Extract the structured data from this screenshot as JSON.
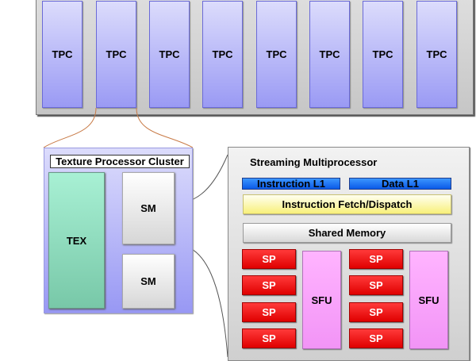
{
  "gpu": {
    "tpcs": [
      {
        "label": "TPC"
      },
      {
        "label": "TPC"
      },
      {
        "label": "TPC"
      },
      {
        "label": "TPC"
      },
      {
        "label": "TPC"
      },
      {
        "label": "TPC"
      },
      {
        "label": "TPC"
      },
      {
        "label": "TPC"
      }
    ]
  },
  "tpc_detail": {
    "title": "Texture Processor Cluster",
    "tex_label": "TEX",
    "sms": [
      {
        "label": "SM"
      },
      {
        "label": "SM"
      }
    ]
  },
  "sm_detail": {
    "title": "Streaming Multiprocessor",
    "instruction_l1": "Instruction L1",
    "data_l1": "Data L1",
    "fetch_dispatch": "Instruction Fetch/Dispatch",
    "shared_memory": "Shared Memory",
    "sp_left": [
      {
        "label": "SP"
      },
      {
        "label": "SP"
      },
      {
        "label": "SP"
      },
      {
        "label": "SP"
      }
    ],
    "sp_right": [
      {
        "label": "SP"
      },
      {
        "label": "SP"
      },
      {
        "label": "SP"
      },
      {
        "label": "SP"
      }
    ],
    "sfus": [
      {
        "label": "SFU"
      },
      {
        "label": "SFU"
      }
    ]
  },
  "colors": {
    "tpc": "#a8a8f8",
    "tex": "#90e0c0",
    "sp": "#ff0000",
    "sfu": "#ffa8ff",
    "cache": "#1e78f0",
    "fetch": "#fcf8a0",
    "zoom_connector_tpc": "#c87a46",
    "zoom_connector_sm": "#555555"
  }
}
